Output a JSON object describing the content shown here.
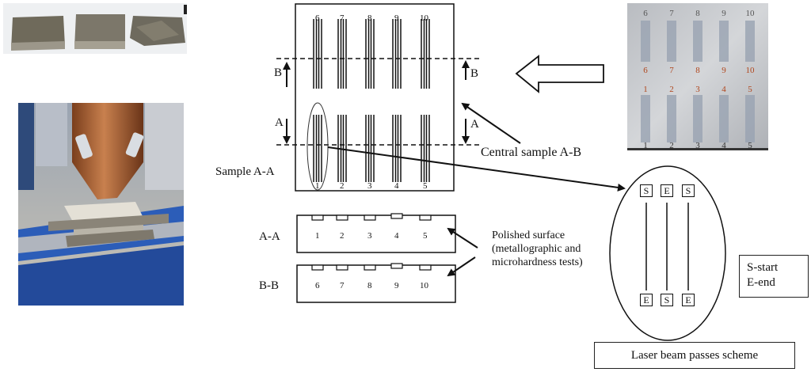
{
  "photos": {
    "samples_photo": "Three metal sample blocks",
    "laser_head_photo": "Laser cladding head over sample",
    "processed_plate_photo": "Processed plate with numbered tracks",
    "plate_top_numbers": [
      "6",
      "7",
      "8",
      "9",
      "10"
    ],
    "plate_mid_numbers_upper": [
      "6",
      "7",
      "8",
      "9",
      "10"
    ],
    "plate_mid_numbers_lower": [
      "1",
      "2",
      "3",
      "4",
      "5"
    ],
    "plate_bottom_numbers": [
      "1",
      "2",
      "3",
      "4",
      "5"
    ]
  },
  "plate_diagram": {
    "top_numbers": [
      "6",
      "7",
      "8",
      "9",
      "10"
    ],
    "bottom_numbers": [
      "1",
      "2",
      "3",
      "4",
      "5"
    ],
    "section_b_label": "B",
    "section_a_label": "A",
    "sample_label": "Sample A-A",
    "central_sample_label": "Central sample A-B"
  },
  "sections": {
    "aa_label": "A-A",
    "bb_label": "B-B",
    "aa_numbers": [
      "1",
      "2",
      "3",
      "4",
      "5"
    ],
    "bb_numbers": [
      "6",
      "7",
      "8",
      "9",
      "10"
    ],
    "polished_text": [
      "Polished surface",
      "(metallographic and",
      "microhardness tests)"
    ]
  },
  "scheme": {
    "top_markers": [
      "S",
      "E",
      "S"
    ],
    "bottom_markers": [
      "E",
      "S",
      "E"
    ],
    "legend_lines": [
      "S-start",
      "E-end"
    ],
    "caption": "Laser beam passes scheme"
  }
}
